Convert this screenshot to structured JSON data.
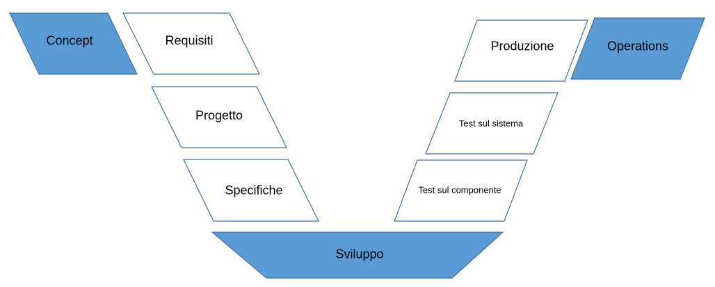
{
  "colors": {
    "filled": "#5b9bd5",
    "stroke": "#41719c",
    "outline": "#41719c",
    "background": "#ffffff"
  },
  "left_branch": {
    "concept": "Concept",
    "requisiti": "Requisiti",
    "progetto": "Progetto",
    "specifiche": "Specifiche"
  },
  "base": {
    "sviluppo": "Sviluppo"
  },
  "right_branch": {
    "test_componente": "Test sul componente",
    "test_sistema": "Test sul sistema",
    "produzione": "Produzione",
    "operations": "Operations"
  }
}
